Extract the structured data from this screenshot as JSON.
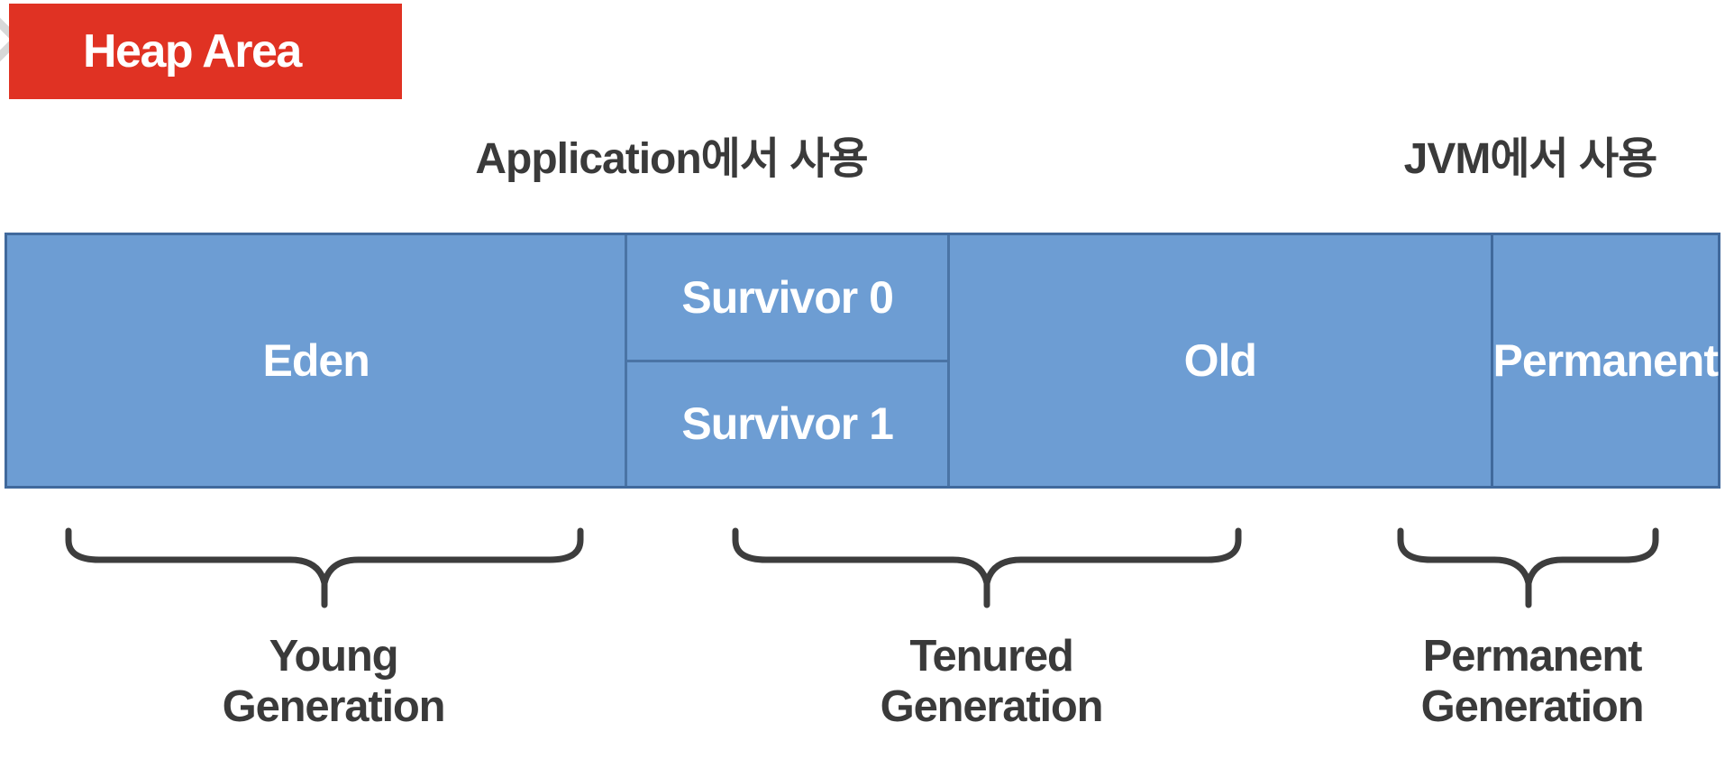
{
  "badge": {
    "label": "Heap Area",
    "background_color": "#e03223",
    "text_color": "#ffffff",
    "icon": "bookmark-ribbon-icon"
  },
  "captions": {
    "application_usage": "Application에서 사용",
    "jvm_usage": "JVM에서 사용"
  },
  "memory_bar": {
    "fill_color": "#6d9dd3",
    "border_color": "#40699c",
    "divider_color": "#4a74a5",
    "regions": [
      {
        "name": "eden",
        "label": "Eden"
      },
      {
        "name": "survivor-0",
        "label": "Survivor 0"
      },
      {
        "name": "survivor-1",
        "label": "Survivor 1"
      },
      {
        "name": "old",
        "label": "Old"
      },
      {
        "name": "permanent",
        "label": "Permanent"
      }
    ]
  },
  "generations": [
    {
      "name": "young",
      "line1": "Young",
      "line2": "Generation"
    },
    {
      "name": "tenured",
      "line1": "Tenured",
      "line2": "Generation"
    },
    {
      "name": "permanent",
      "line1": "Permanent",
      "line2": "Generation"
    }
  ],
  "palette": {
    "text_color": "#3a3a3a",
    "brace_color": "#3d3d3d",
    "background": "#ffffff"
  }
}
